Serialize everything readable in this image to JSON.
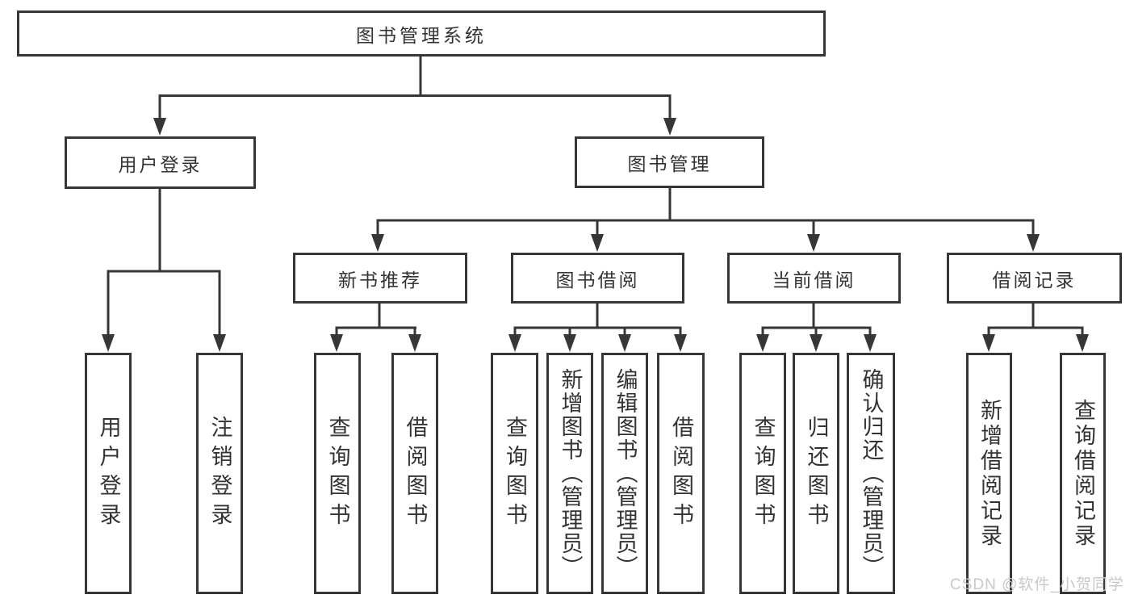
{
  "tree": {
    "root": "图书管理系统",
    "level2": [
      "用户登录",
      "图书管理"
    ],
    "level3": [
      "新书推荐",
      "图书借阅",
      "当前借阅",
      "借阅记录"
    ],
    "leaves_user_login": [
      "用户登录",
      "注销登录"
    ],
    "leaves_new_book": [
      "查询图书",
      "借阅图书"
    ],
    "leaves_book_borrow": [
      "查询图书",
      "新增图书（管理员）",
      "编辑图书（管理员）",
      "借阅图书"
    ],
    "leaves_current_borrow": [
      "查询图书",
      "归还图书",
      "确认归还（管理员）"
    ],
    "leaves_borrow_records": [
      "新增借阅记录",
      "查询借阅记录"
    ]
  },
  "colors": {
    "line": "#363636",
    "text": "#333333",
    "box_background": "#ffffff",
    "watermark": "#c8c8c8"
  },
  "watermark": "CSDN @软件_小贺同学"
}
